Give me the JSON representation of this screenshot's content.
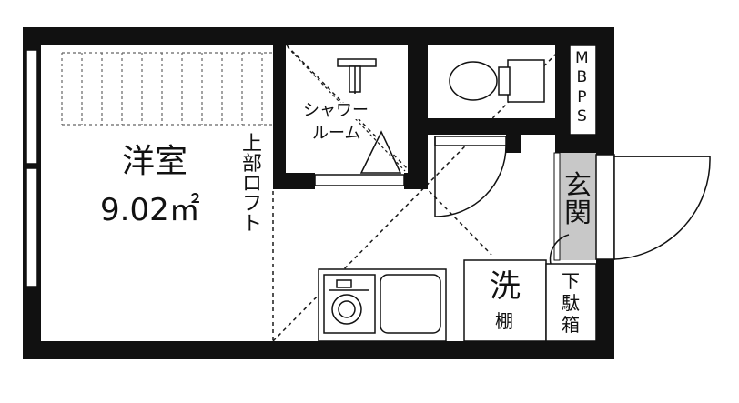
{
  "rooms": {
    "western": {
      "name": "洋室",
      "area": "9.02㎡"
    },
    "loft": {
      "chars": [
        "上",
        "部",
        "ロ",
        "フ",
        "ト"
      ]
    },
    "shower": {
      "line1": "シャワー",
      "line2": "ルーム"
    },
    "mbps": {
      "chars": [
        "M",
        "B",
        "P",
        "S"
      ]
    },
    "entrance": {
      "chars": [
        "玄",
        "関"
      ]
    },
    "wash_shelf": {
      "big": "洗",
      "small": "棚"
    },
    "shoe_box": {
      "chars": [
        "下",
        "駄",
        "箱"
      ]
    }
  },
  "colors": {
    "wall": "#111111",
    "line": "#1a1a1a",
    "entrance_floor": "#c8c8c8",
    "background": "#ffffff"
  }
}
